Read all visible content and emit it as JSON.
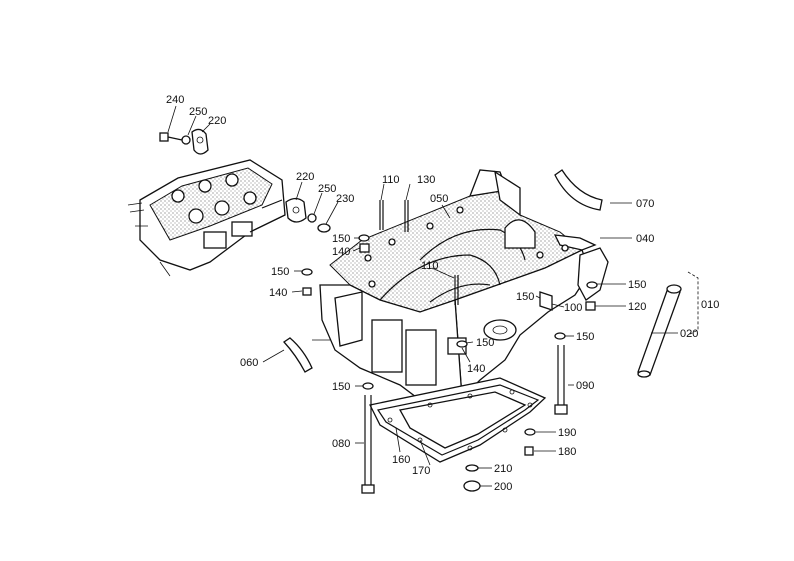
{
  "diagram": {
    "parts": [
      {
        "ref": "010",
        "name": ""
      },
      {
        "ref": "020",
        "name": ""
      },
      {
        "ref": "040",
        "name": ""
      },
      {
        "ref": "050",
        "name": ""
      },
      {
        "ref": "060",
        "name": ""
      },
      {
        "ref": "070",
        "name": ""
      },
      {
        "ref": "080",
        "name": ""
      },
      {
        "ref": "090",
        "name": ""
      },
      {
        "ref": "100",
        "name": ""
      },
      {
        "ref": "110",
        "name": ""
      },
      {
        "ref": "120",
        "name": ""
      },
      {
        "ref": "130",
        "name": ""
      },
      {
        "ref": "140",
        "name": ""
      },
      {
        "ref": "150",
        "name": ""
      },
      {
        "ref": "160",
        "name": ""
      },
      {
        "ref": "170",
        "name": ""
      },
      {
        "ref": "180",
        "name": ""
      },
      {
        "ref": "190",
        "name": ""
      },
      {
        "ref": "200",
        "name": ""
      },
      {
        "ref": "210",
        "name": ""
      },
      {
        "ref": "220",
        "name": ""
      },
      {
        "ref": "230",
        "name": ""
      },
      {
        "ref": "240",
        "name": ""
      },
      {
        "ref": "250",
        "name": ""
      }
    ],
    "callouts": {
      "c240": "240",
      "c250a": "250",
      "c220a": "220",
      "c220b": "220",
      "c250b": "250",
      "c230": "230",
      "c110a": "110",
      "c130": "130",
      "c050": "050",
      "c150a": "150",
      "c140a": "140",
      "c070": "070",
      "c040": "040",
      "c150b": "150",
      "c140b": "140",
      "c110b": "110",
      "c150c": "150",
      "c150d": "150",
      "c010": "010",
      "c100": "100",
      "c120": "120",
      "c150e": "150",
      "c150f": "150",
      "c020": "020",
      "c060": "060",
      "c140c": "140",
      "c150g": "150",
      "c090": "090",
      "c190": "190",
      "c080": "080",
      "c180": "180",
      "c160": "160",
      "c170": "170",
      "c210": "210",
      "c200": "200"
    }
  }
}
